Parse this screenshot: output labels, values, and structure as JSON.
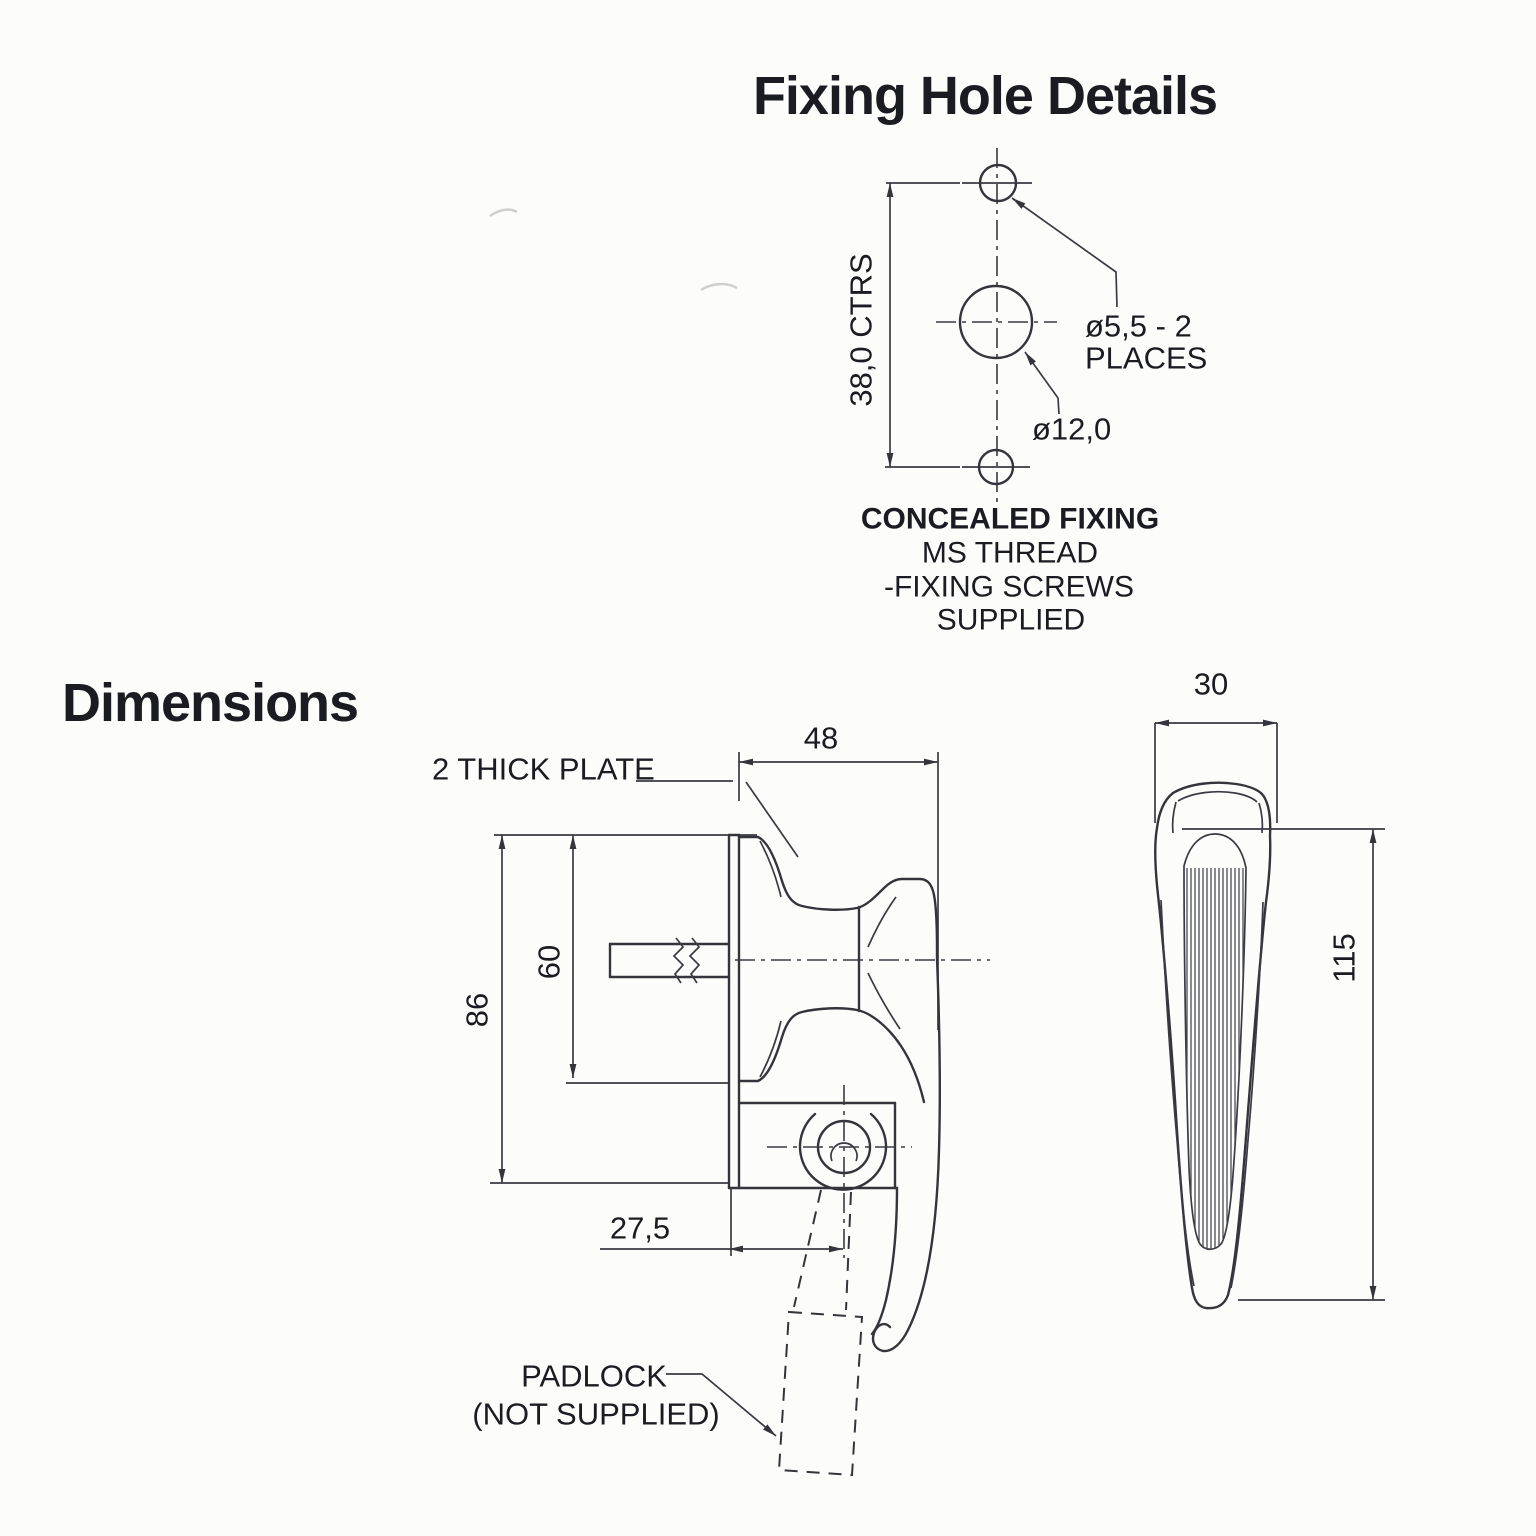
{
  "fixing": {
    "title": "Fixing Hole Details",
    "centers_dim": "38,0 CTRS",
    "small_hole_label_1": "ø5,5 - 2",
    "small_hole_label_2": "PLACES",
    "large_hole_label": "ø12,0",
    "note_1": "CONCEALED FIXING",
    "note_2": "MS THREAD",
    "note_3": "-FIXING SCREWS",
    "note_4": "SUPPLIED"
  },
  "dims": {
    "title": "Dimensions",
    "plate_note": "2 THICK PLATE",
    "depth": "48",
    "overall_height": "86",
    "body_height": "60",
    "padlock_center": "27,5",
    "padlock_label_1": "PADLOCK",
    "padlock_label_2": "(NOT SUPPLIED)",
    "side_width": "30",
    "side_height": "115"
  },
  "colors": {
    "line": "#34353b",
    "text": "#1b1c21",
    "background": "#fcfcfa"
  }
}
